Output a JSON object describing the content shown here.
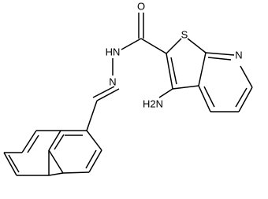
{
  "labels": {
    "carbonyl_oxygen": "O",
    "sulfur": "S",
    "pyridine_nitrogen": "N",
    "amide_nh": "HN",
    "imine_nitrogen": "N",
    "amino_group": "H2N"
  },
  "colors": {
    "bond": "#000000",
    "background": "#ffffff"
  }
}
